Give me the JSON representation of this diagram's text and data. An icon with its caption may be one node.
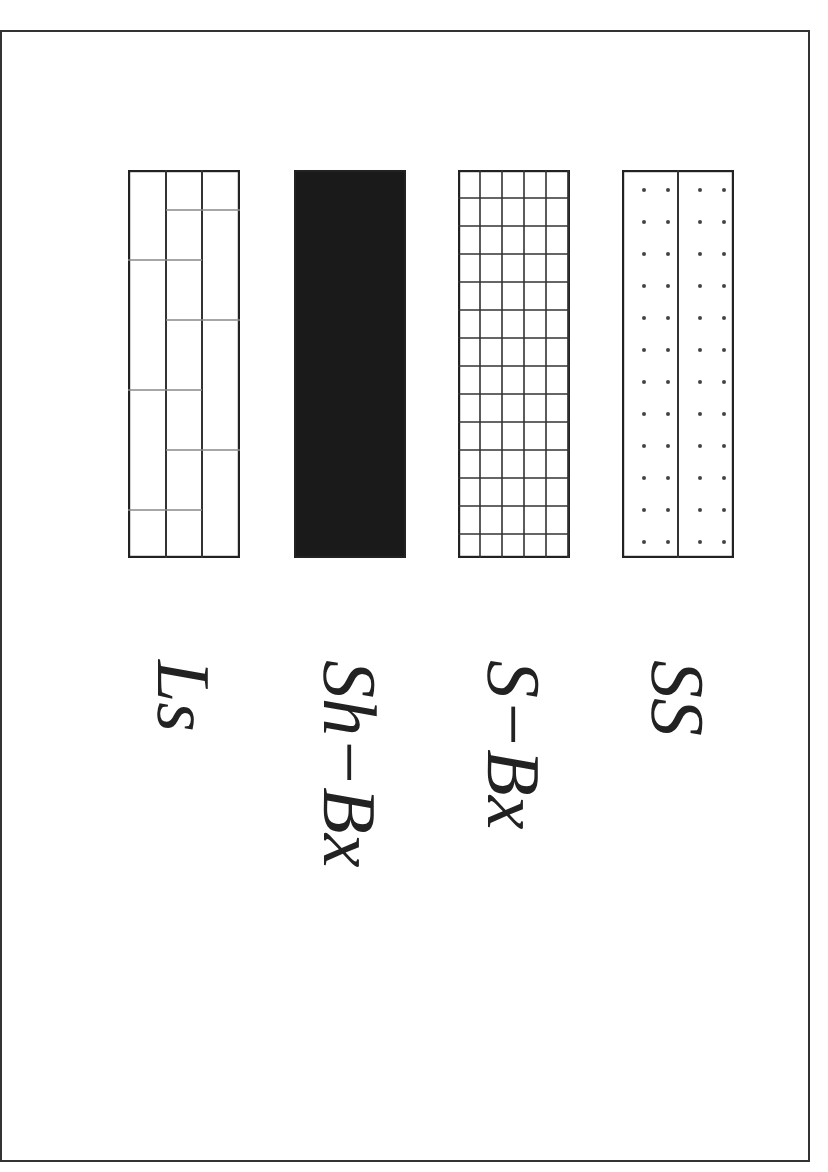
{
  "diagram": {
    "legend": [
      {
        "text": "Ls"
      },
      {
        "text": "Sh−Bx",
        "color": "#1a1a1a"
      },
      {
        "text": "S−Bx"
      },
      {
        "text": "SS"
      }
    ]
  }
}
